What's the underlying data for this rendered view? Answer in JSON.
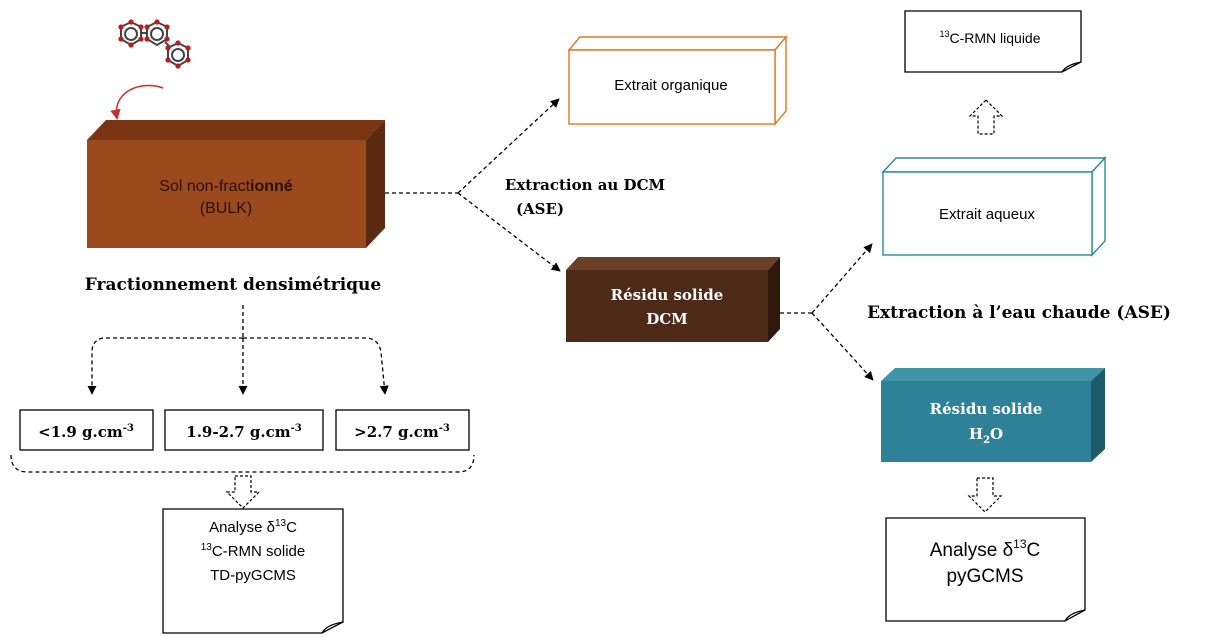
{
  "bulk": {
    "line1_plain": "Sol non-fract",
    "line1_bold": "ionné",
    "line2": "(BULK)"
  },
  "fractionation": {
    "label": "Fractionnement densimétrique"
  },
  "fractions": [
    {
      "prefix": "<1.9 g.cm",
      "sup": "-3"
    },
    {
      "prefix": "1.9-2.7 g.cm",
      "sup": "-3"
    },
    {
      "prefix": ">2.7 g.cm",
      "sup": "-3"
    }
  ],
  "fraction_analysis": {
    "line1_prefix": "Analyse δ",
    "line1_sup": "13",
    "line1_suffix": "C",
    "line2_sup": "13",
    "line2_suffix": "C-RMN solide",
    "line3": "TD-pyGCMS"
  },
  "dcm_extraction": {
    "line1": "Extraction au DCM",
    "line2": "(ASE)"
  },
  "organic_extract": {
    "label": "Extrait organique"
  },
  "dcm_residue": {
    "line1": "Résidu solide",
    "line2": "DCM"
  },
  "hot_water_extraction": {
    "label": "Extraction à l’eau chaude (ASE)"
  },
  "aqueous_extract": {
    "label": "Extrait aqueux"
  },
  "liquid_nmr": {
    "sup": "13",
    "suffix": "C-RMN liquide"
  },
  "water_residue": {
    "line1": "Résidu solide",
    "line2_prefix": "H",
    "line2_sub": "2",
    "line2_suffix": "O"
  },
  "water_analysis": {
    "line1_prefix": "Analyse δ",
    "line1_sup": "13",
    "line1_suffix": "C",
    "line2": "pyGCMS"
  },
  "colors": {
    "bulk_front": "#9a4a1c",
    "bulk_top": "#7a3412",
    "bulk_side": "#5c2a10",
    "dcm_front": "#4e2b18",
    "dcm_top": "#6b4026",
    "dcm_side": "#2e190c",
    "h2o_front": "#2e8196",
    "h2o_top": "#3f94a8",
    "h2o_side": "#1d5a6a",
    "organic_edge": "#e07820",
    "aqueous_edge": "#2b8aa0",
    "molecule_ring": "#444444",
    "molecule_atom": "#b51f1f",
    "curved_arrow": "#c03030"
  }
}
